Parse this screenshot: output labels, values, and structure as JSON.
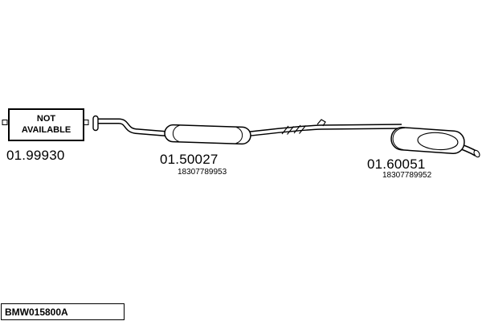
{
  "not_available": {
    "line1": "NOT",
    "line2": "AVAILABLE"
  },
  "parts": {
    "front_section": {
      "part_number": "01.99930"
    },
    "middle_muffler": {
      "part_number": "01.50027",
      "oem_number": "18307789953"
    },
    "rear_muffler": {
      "part_number": "01.60051",
      "oem_number": "18307789952"
    }
  },
  "footer": {
    "drawing_code": "BMW015800A"
  },
  "colors": {
    "line": "#000000",
    "background": "#ffffff"
  }
}
